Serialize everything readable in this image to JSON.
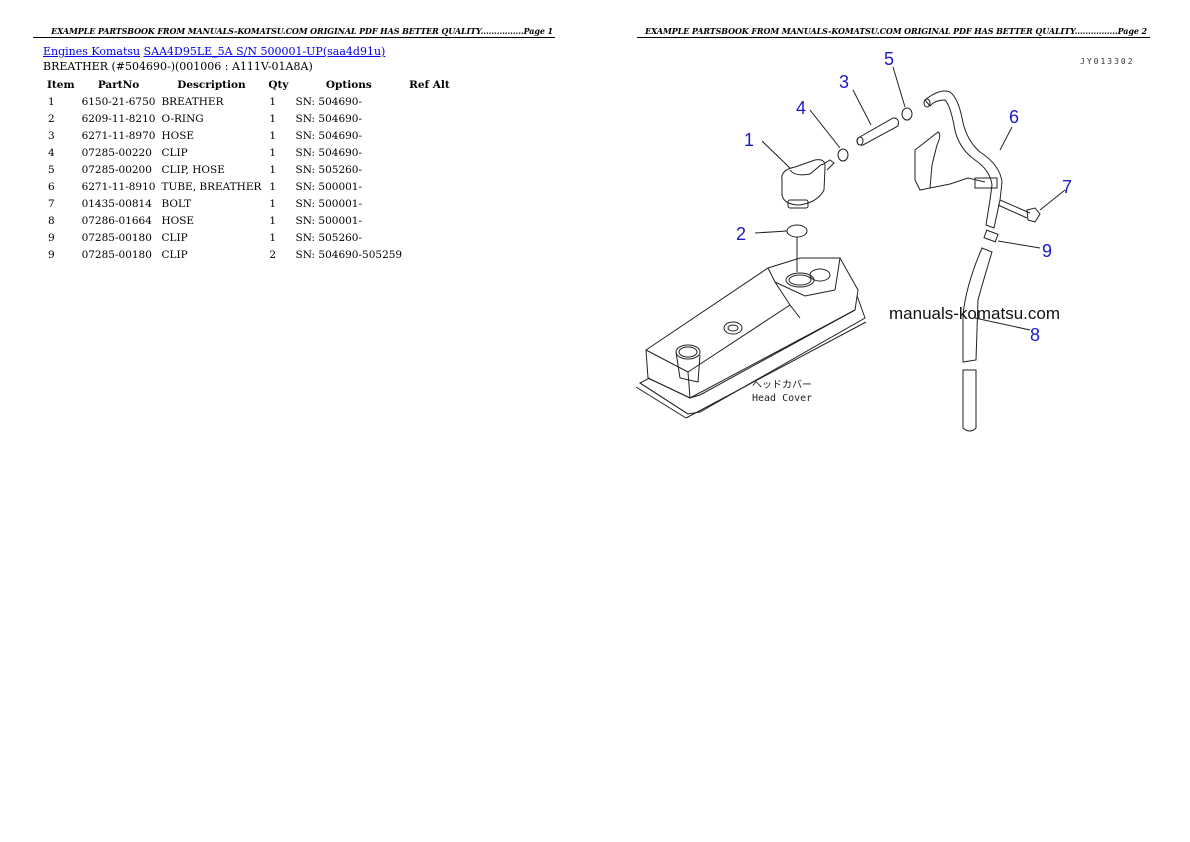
{
  "page1": {
    "header": "EXAMPLE PARTSBOOK FROM MANUALS-KOMATSU.COM ORIGINAL PDF HAS BETTER QUALITY................Page 1",
    "breadcrumb": {
      "link1": "Engines Komatsu",
      "link2": "SAA4D95LE_5A S/N 500001-UP(saa4d91u)"
    },
    "subtitle": "BREATHER (#504690-)(001006 : A111V-01A8A)",
    "table": {
      "headers": [
        "Item",
        "PartNo",
        "Description",
        "Qty",
        "Options",
        "Ref Alt"
      ],
      "rows": [
        {
          "item": "1",
          "partno": "6150-21-6750",
          "description": "BREATHER",
          "qty": "1",
          "options": "SN: 504690-"
        },
        {
          "item": "2",
          "partno": "6209-11-8210",
          "description": "O-RING",
          "qty": "1",
          "options": "SN: 504690-"
        },
        {
          "item": "3",
          "partno": "6271-11-8970",
          "description": "HOSE",
          "qty": "1",
          "options": "SN: 504690-"
        },
        {
          "item": "4",
          "partno": "07285-00220",
          "description": "CLIP",
          "qty": "1",
          "options": "SN: 504690-"
        },
        {
          "item": "5",
          "partno": "07285-00200",
          "description": "CLIP, HOSE",
          "qty": "1",
          "options": "SN: 505260-"
        },
        {
          "item": "6",
          "partno": "6271-11-8910",
          "description": "TUBE, BREATHER",
          "qty": "1",
          "options": "SN: 500001-"
        },
        {
          "item": "7",
          "partno": "01435-00814",
          "description": "BOLT",
          "qty": "1",
          "options": "SN: 500001-"
        },
        {
          "item": "8",
          "partno": "07286-01664",
          "description": "HOSE",
          "qty": "1",
          "options": "SN: 500001-"
        },
        {
          "item": "9",
          "partno": "07285-00180",
          "description": "CLIP",
          "qty": "1",
          "options": "SN: 505260-"
        },
        {
          "item": "9",
          "partno": "07285-00180",
          "description": "CLIP",
          "qty": "2",
          "options": "SN: 504690-505259"
        }
      ]
    }
  },
  "page2": {
    "header": "EXAMPLE PARTSBOOK FROM MANUALS-KOMATSU.COM ORIGINAL PDF HAS BETTER QUALITY................Page 2",
    "diagram": {
      "code": "JY013302",
      "watermark": "manuals-komatsu.com",
      "head_cover_jp": "ヘッドカバー",
      "head_cover_en": "Head Cover",
      "callouts": [
        "1",
        "2",
        "3",
        "4",
        "5",
        "6",
        "7",
        "8",
        "9"
      ],
      "callout_color": "#1a1acc"
    }
  }
}
